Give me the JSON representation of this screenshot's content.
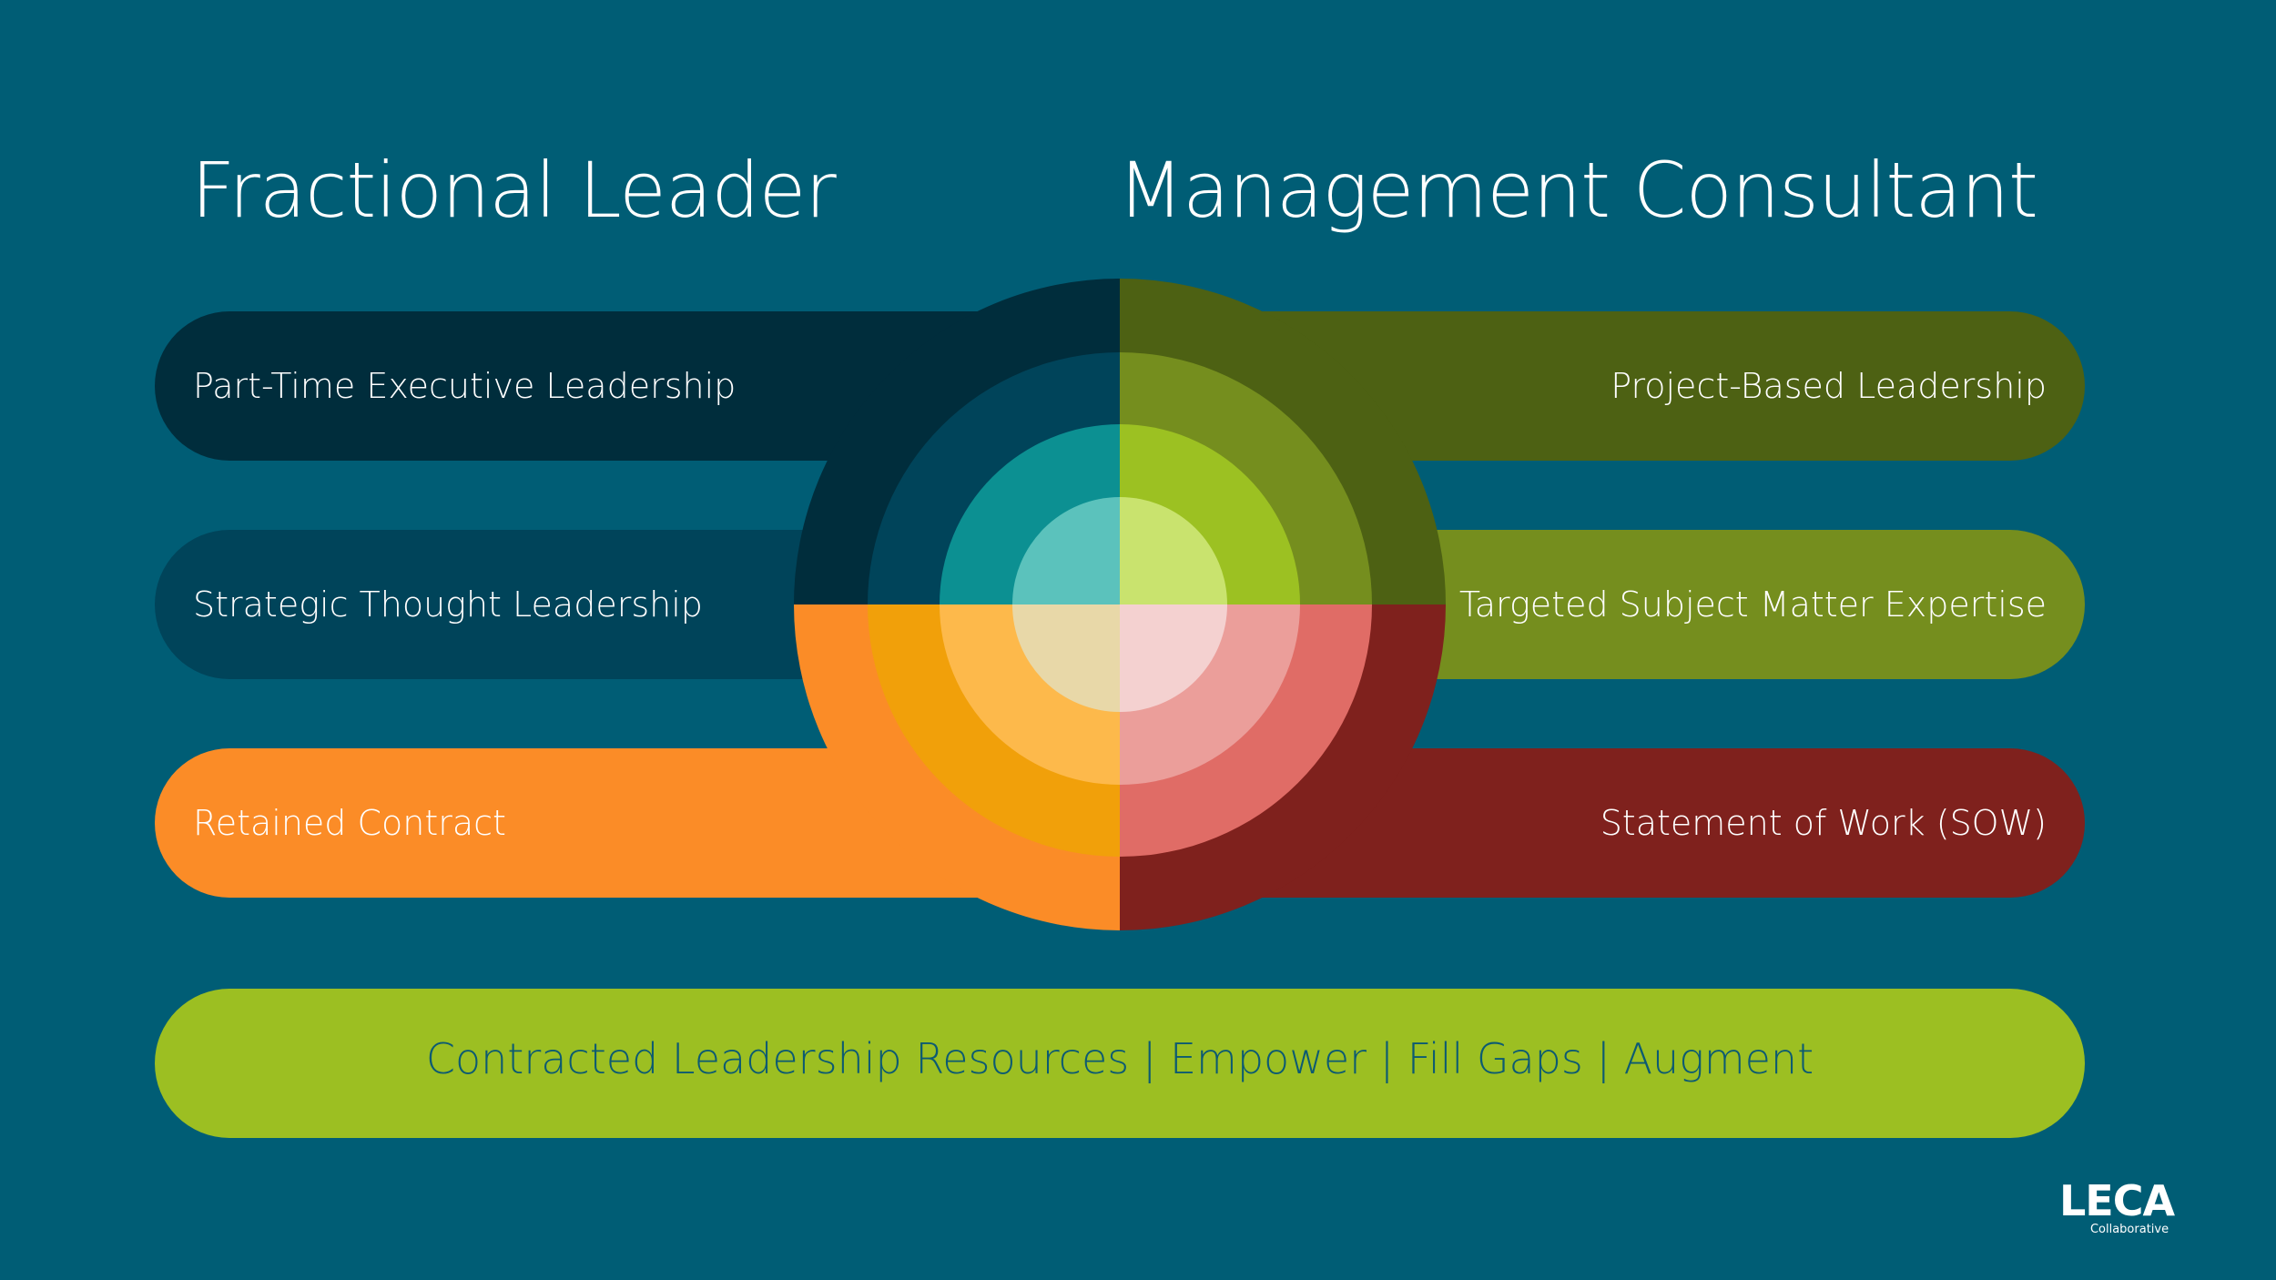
{
  "headings": {
    "left": "Fractional Leader",
    "right": "Management Consultant"
  },
  "left_items": [
    {
      "label": "Part-Time Executive Leadership",
      "color": "#002d3c"
    },
    {
      "label": "Strategic Thought Leadership",
      "color": "#00445a"
    },
    {
      "label": "Retained Contract",
      "color": "#fb8c27"
    }
  ],
  "right_items": [
    {
      "label": "Project-Based Leadership",
      "color": "#4d6113"
    },
    {
      "label": "Targeted Subject Matter Expertise",
      "color": "#758e1e"
    },
    {
      "label": "Statement of Work (SOW)",
      "color": "#7f211d"
    }
  ],
  "bottom_bar": {
    "text": "Contracted Leadership Resources | Empower | Fill Gaps | Augment",
    "color": "#9cbf22"
  },
  "quadrant_colors": {
    "top_left": [
      "#002d3c",
      "#00445a",
      "#0c9092",
      "#5bc2bc"
    ],
    "top_right": [
      "#4d6113",
      "#758e1e",
      "#9cc122",
      "#c9e36e"
    ],
    "bottom_left": [
      "#fb8c27",
      "#f1a00a",
      "#fdb94b",
      "#e8d8a8"
    ],
    "bottom_right": [
      "#7f211d",
      "#e06c66",
      "#eb9e9a",
      "#f4d1d0"
    ]
  },
  "logo": {
    "word": "LECA",
    "sub": "Collaborative"
  },
  "background": "#005d75"
}
